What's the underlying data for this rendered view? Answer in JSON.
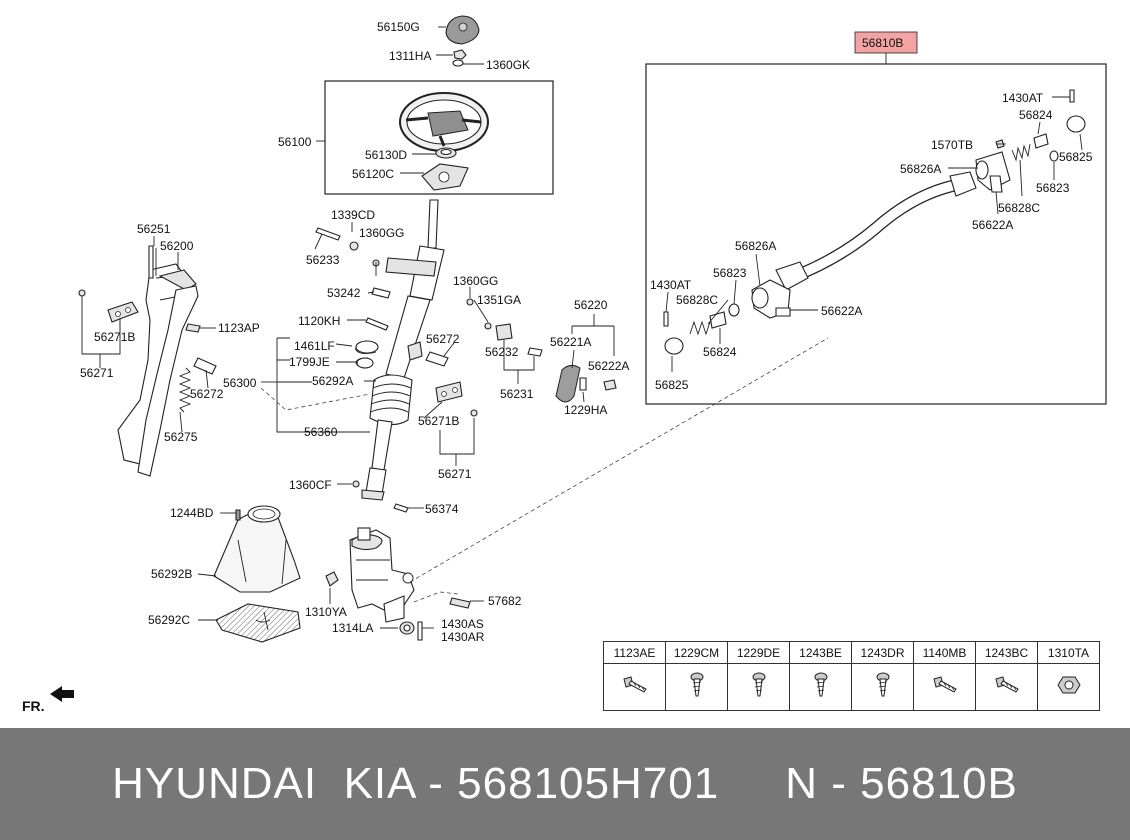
{
  "highlight_color": "#f4a3a3",
  "footer_bg": "#777777",
  "orientation": {
    "label": "FR."
  },
  "assembly": {
    "label": "56810B"
  },
  "labels": {
    "p56150G": "56150G",
    "p1311HA": "1311HA",
    "p1360GK": "1360GK",
    "p56100": "56100",
    "p56130D": "56130D",
    "p56120C": "56120C",
    "p1339CD": "1339CD",
    "p56233": "56233",
    "p1360GG_a": "1360GG",
    "p1360GG_b": "1360GG",
    "p53242": "53242",
    "p1351GA": "1351GA",
    "p1120KH": "1120KH",
    "p1461LF": "1461LF",
    "p1799JE": "1799JE",
    "p56292A": "56292A",
    "p56300": "56300",
    "p56360": "56360",
    "p56272_a": "56272",
    "p56272_b": "56272",
    "p56271B_a": "56271B",
    "p56271B_b": "56271B",
    "p56271_a": "56271",
    "p56271_b": "56271",
    "p56251": "56251",
    "p56200": "56200",
    "p1123AP": "1123AP",
    "p56275": "56275",
    "p56232": "56232",
    "p56231": "56231",
    "p56220": "56220",
    "p56221A": "56221A",
    "p56222A_r": "56222A",
    "p1229HA": "1229HA",
    "p1360CF": "1360CF",
    "p56374": "56374",
    "p1244BD": "1244BD",
    "p56292B": "56292B",
    "p56292C": "56292C",
    "p1310YA": "1310YA",
    "p1314LA": "1314LA",
    "p1430AS": "1430AS",
    "p1430AR": "1430AR",
    "p57682": "57682",
    "p1430AT_a": "1430AT",
    "p1430AT_b": "1430AT",
    "p56824_a": "56824",
    "p56824_b": "56824",
    "p1570TB": "1570TB",
    "p56825_a": "56825",
    "p56825_b": "56825",
    "p56826A_a": "56826A",
    "p56826A_b": "56826A",
    "p56823_a": "56823",
    "p56823_b": "56823",
    "p56828C_a": "56828C",
    "p56828C_b": "56828C",
    "p56622A_a": "56622A",
    "p56622A_b": "56622A"
  },
  "fastener_table": {
    "headers": [
      "1123AE",
      "1229CM",
      "1229DE",
      "1243BE",
      "1243DR",
      "1140MB",
      "1243BC",
      "1310TA"
    ],
    "icons": [
      "bolt-icon",
      "tapping-screw-icon",
      "tapping-screw-icon",
      "tapping-screw-icon",
      "tapping-screw-icon",
      "bolt-icon",
      "bolt-icon",
      "nut-icon"
    ]
  },
  "footer": {
    "text": "HYUNDAI  KIA - 568105H701     N - 56810B"
  }
}
